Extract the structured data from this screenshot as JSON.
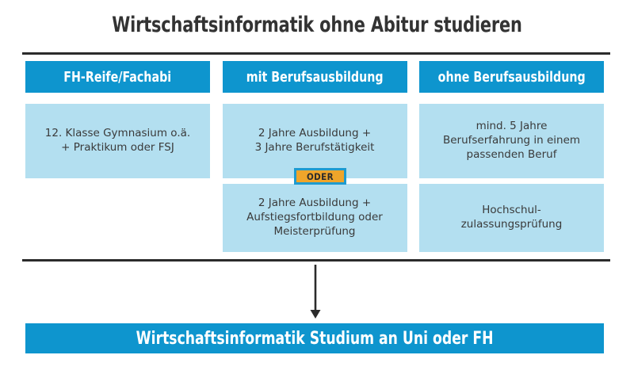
{
  "title": "Wirtschaftsinformatik ohne Abitur studieren",
  "colors": {
    "brand_blue": "#0E95CE",
    "light_blue": "#B3DFF0",
    "badge_orange": "#EFA52A",
    "badge_border": "#1E9BD0",
    "rule_dark": "#2B2B2B",
    "text_dark": "#333333"
  },
  "columns": [
    {
      "header": "FH-Reife/Fachabi",
      "cards": [
        "12. Klasse Gymnasium o.ä.\n+ Praktikum oder FSJ"
      ]
    },
    {
      "header": "mit Berufsausbildung",
      "cards": [
        "2 Jahre Ausbildung +\n3 Jahre Berufstätigkeit",
        "2 Jahre Ausbildung +\nAufstiegsfortbildung oder\nMeisterprüfung"
      ]
    },
    {
      "header": "ohne Berufsausbildung",
      "cards": [
        "mind. 5 Jahre\nBerufserfahrung in einem\npassenden Beruf",
        "Hochschul-\nzulassungsprüfung"
      ]
    }
  ],
  "badge": {
    "label": "ODER"
  },
  "arrow": {
    "name": "down-arrow",
    "direction": "down"
  },
  "banner": {
    "label": "Wirtschaftsinformatik Studium an Uni oder FH"
  }
}
